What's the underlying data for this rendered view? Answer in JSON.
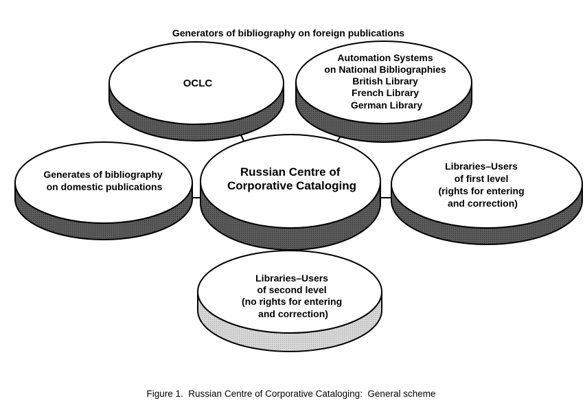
{
  "diagram": {
    "header": "Generators of bibliography on foreign publications",
    "caption": "Figure 1.  Russian Centre of Corporative Cataloging:  General scheme",
    "nodes": {
      "oclc": {
        "lines": [
          "OCLC"
        ]
      },
      "automation": {
        "lines": [
          "Automation Systems",
          "on National Bibliographies",
          "British Library",
          "French Library",
          "German Library"
        ]
      },
      "domestic": {
        "lines": [
          "Generates of bibliography",
          "on domestic publications"
        ]
      },
      "center": {
        "lines": [
          "Russian Centre of",
          "Corporative Cataloging"
        ]
      },
      "first_level": {
        "lines": [
          "Libraries–Users",
          "of first level",
          "(rights for entering",
          "and correction)"
        ]
      },
      "second_level": {
        "lines": [
          "Libraries–Users",
          "of second level",
          "(no rights for entering",
          "and correction)"
        ]
      }
    },
    "colors": {
      "dark_side": "#555555",
      "light_side": "#d0d0d0",
      "top": "#ffffff",
      "stroke": "#000000"
    }
  }
}
